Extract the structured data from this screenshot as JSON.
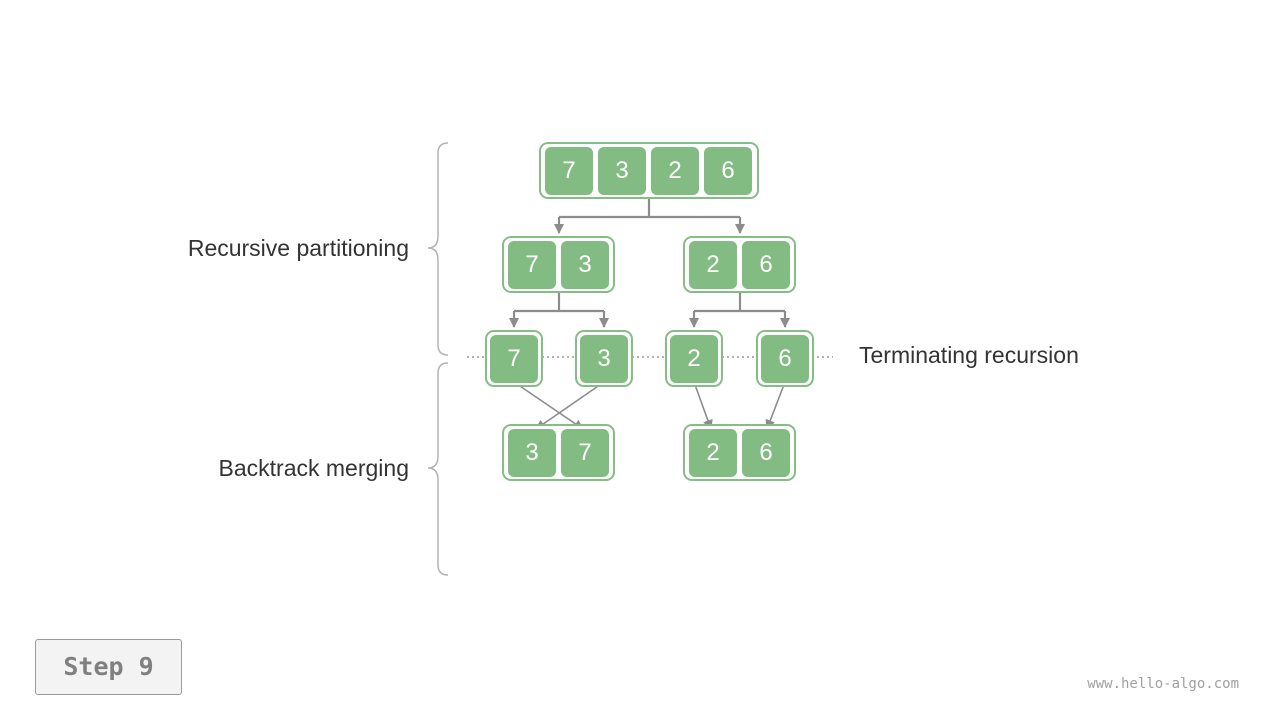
{
  "labels": {
    "partitioning": "Recursive partitioning",
    "terminating": "Terminating recursion",
    "merging": "Backtrack merging"
  },
  "step_button": "Step 9",
  "watermark": "www.hello-algo.com",
  "colors": {
    "cell_fill": "#82bc82",
    "box_border": "#85be85",
    "arrow": "#8c8c8c",
    "text": "#333333"
  },
  "rows": {
    "root": [
      [
        "7",
        "3",
        "2",
        "6"
      ]
    ],
    "split": [
      [
        "7",
        "3"
      ],
      [
        "2",
        "6"
      ]
    ],
    "leaves": [
      [
        "7"
      ],
      [
        "3"
      ],
      [
        "2"
      ],
      [
        "6"
      ]
    ],
    "merged": [
      [
        "3",
        "7"
      ],
      [
        "2",
        "6"
      ]
    ]
  }
}
